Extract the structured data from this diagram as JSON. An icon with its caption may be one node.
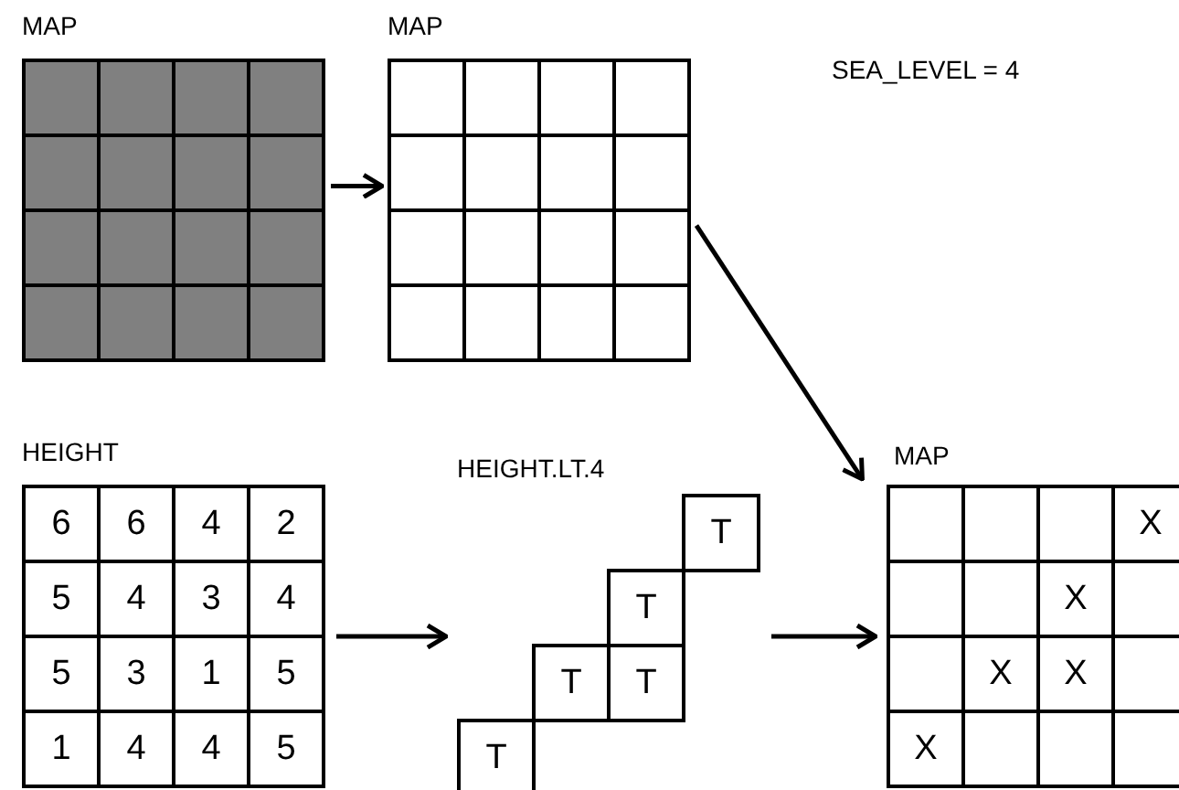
{
  "diagram": {
    "nodes": [
      {
        "text": [
          "MAP"
        ]
      },
      {
        "text": [
          "MAP"
        ]
      },
      {
        "text": [
          "HEIGHT"
        ]
      },
      {
        "text": [
          "HEIGHT.LT.4"
        ]
      },
      {
        "text": [
          "MAP"
        ]
      }
    ],
    "edges": [
      {
        "from": 0,
        "to": 1,
        "arrow": "to"
      },
      {
        "from": 1,
        "to": 4,
        "arrow": "to"
      },
      {
        "from": 2,
        "to": 3,
        "arrow": "to"
      },
      {
        "from": 3,
        "to": 4,
        "arrow": "to"
      }
    ],
    "labels": [
      "SEA_LEVEL = 4",
      "6",
      "6",
      "4",
      "2",
      "5",
      "4",
      "3",
      "4",
      "5",
      "3",
      "1",
      "5",
      "1",
      "4",
      "4",
      "5",
      "T",
      "T",
      "T",
      "T",
      "T",
      "X",
      "X",
      "X",
      "X",
      "X"
    ]
  }
}
